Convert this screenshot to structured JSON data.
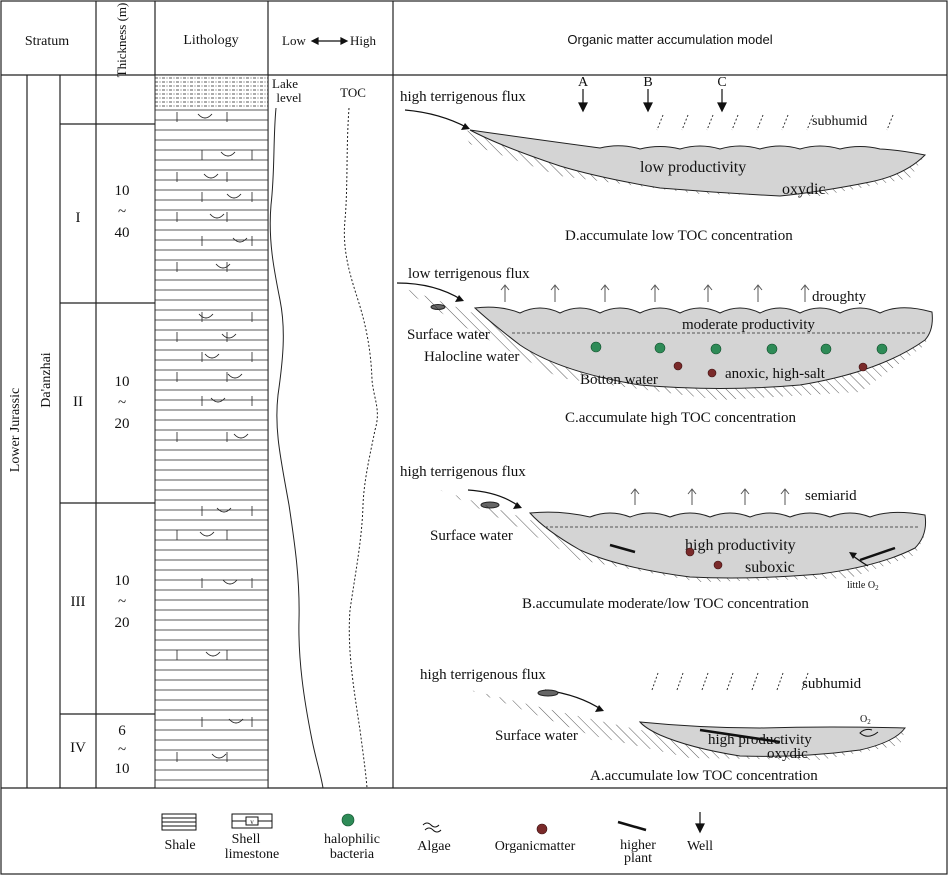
{
  "header": {
    "stratum": "Stratum",
    "thickness": "Thickness (m)",
    "lithology": "Lithology",
    "low": "Low",
    "high": "High",
    "model": "Organic matter accumulation model"
  },
  "column": {
    "system": "Lower Jurassic",
    "formation": "Da'anzhai",
    "lake_level": "Lake level",
    "lake_level_line1": "Lake",
    "lake_level_line2": "level",
    "toc": "TOC"
  },
  "members": [
    {
      "id": "I",
      "thickness_top": "10",
      "tilde": "~",
      "thickness_bottom": "40"
    },
    {
      "id": "II",
      "thickness_top": "10",
      "tilde": "~",
      "thickness_bottom": "20"
    },
    {
      "id": "III",
      "thickness_top": "10",
      "tilde": "~",
      "thickness_bottom": "20"
    },
    {
      "id": "IV",
      "thickness_top": "6",
      "tilde": "~",
      "thickness_bottom": "10"
    }
  ],
  "models": {
    "D": {
      "flux": "high terrigenous flux",
      "wells": [
        "A",
        "B",
        "C"
      ],
      "climate": "subhumid",
      "productivity": "low productivity",
      "redox": "oxydic",
      "caption": "D.accumulate low TOC concentration"
    },
    "C": {
      "flux": "low terrigenous flux",
      "climate": "droughty",
      "productivity": "moderate productivity",
      "surface": "Surface water",
      "halocline": "Halocline water",
      "bottom": "Botton water",
      "redox": "anoxic, high-salt",
      "caption": "C.accumulate high TOC concentration"
    },
    "B": {
      "flux": "high terrigenous flux",
      "climate": "semiarid",
      "surface": "Surface water",
      "productivity": "high productivity",
      "redox": "suboxic",
      "oxygen": "little O",
      "oxygen_sub": "2",
      "caption": "B.accumulate moderate/low TOC concentration"
    },
    "A": {
      "flux": "high terrigenous flux",
      "climate": "subhumid",
      "surface": "Surface water",
      "productivity": "high productivity",
      "redox": "oxydic",
      "oxygen": "O",
      "oxygen_sub": "2",
      "caption": "A.accumulate low TOC concentration"
    }
  },
  "legend": {
    "shale": "Shale",
    "shell_line1": "Shell",
    "shell_line2": "limestone",
    "bacteria_line1": "halophilic",
    "bacteria_line2": "bacteria",
    "algae": "Algae",
    "organic": "Organicmatter",
    "plant_line1": "higher",
    "plant_line2": "plant",
    "well": "Well"
  },
  "colors": {
    "water": "#d4d4d4",
    "bacteria": "#2e8b57",
    "organic": "#7a2a2a",
    "line": "#111111"
  }
}
